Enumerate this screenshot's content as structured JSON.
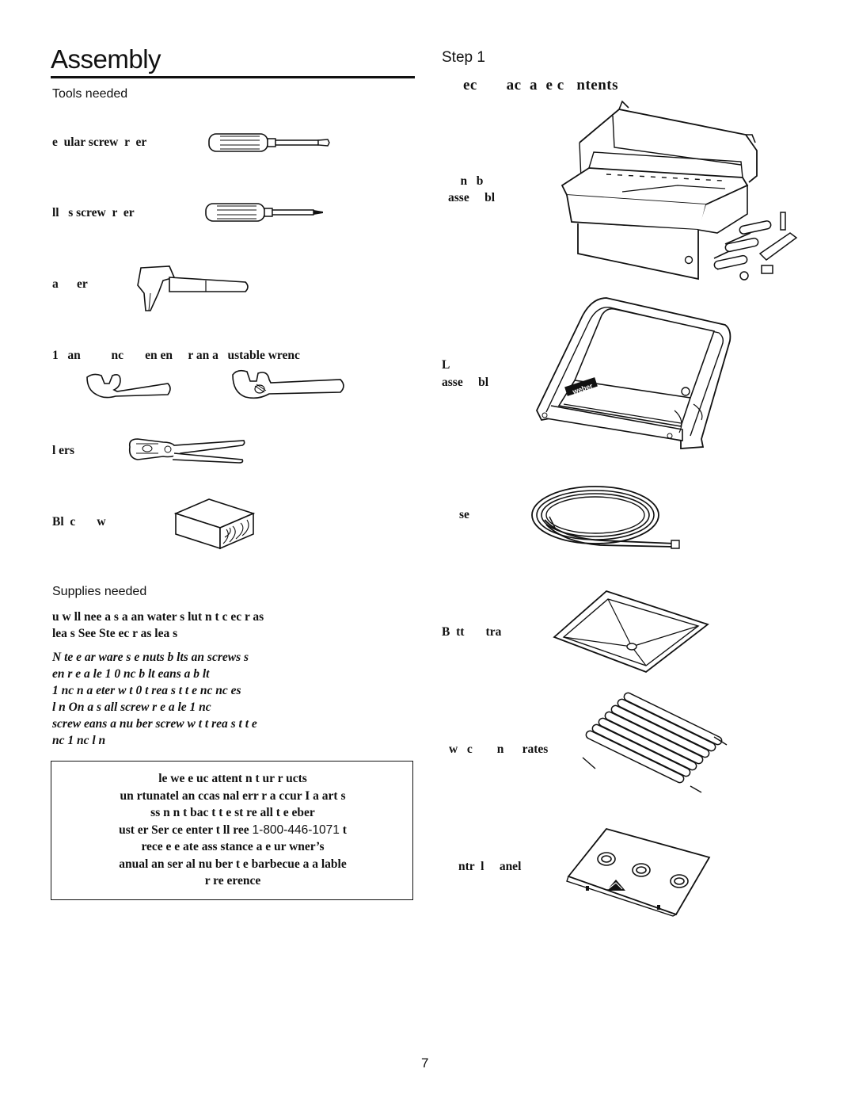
{
  "heading": {
    "title": "Assembly",
    "tools_needed": "Tools needed",
    "supplies_needed": "Supplies needed"
  },
  "tools": [
    {
      "label": "e  ular screw  r  er"
    },
    {
      "label": "ll   s screw  r  er"
    },
    {
      "label": "a      er"
    },
    {
      "label": "1   an          nc       en en     r an a   ustable wrenc"
    },
    {
      "label": "l ers"
    },
    {
      "label": "Bl  c       w"
    }
  ],
  "supplies_text": "  u w ll nee   a s a   an   water s lut  n t   c ec       r  as\nlea  s   See Ste        ec      r  as lea  s",
  "note_text": "N  te       e  ar  ware s  e     nuts  b lts an   screws  s\n   en      r e  a     le  1       0        nc   b lt      eans a b lt\n1     nc     n     a  eter w t      0 t  rea  s  t    t  e  nc        nc es\nl  n     On a s   all screw    r e  a     le               1      nc\nscrew      eans a nu   ber     screw w t        t  rea  s  t    t  e\n nc     1     nc  l  n",
  "notice": {
    "line1": "    le we        e   uc     attent   n t      ur    r    ucts",
    "line2": " un  rtunatel   an   ccas  nal err  r     a     ccur  I    a   art   s",
    "line3": "  ss n           n  t        bac   t   t e st  re       all t  e     eber",
    "line4_a": "  ust       er Ser    ce       enter t  ll   ree ",
    "phone": "1-800-446-1071",
    "line4_b": "  t",
    "line5": "  rece   e          e   ate ass  stance       a   e     ur     wner’s",
    "line6": "  anual an    ser  al nu    ber     t  e barbecue  a  a  lable",
    "line7": "    r re  erence"
  },
  "step": {
    "title": "Step 1",
    "subtitle": "ec       ac  a  e c   ntents",
    "parts": [
      {
        "label_l1": "    n   b",
        "label_l2": "asse     bl"
      },
      {
        "label_l1": "L",
        "label_l2": "asse     bl"
      },
      {
        "label_l1": "se",
        "label_l2": ""
      },
      {
        "label_l1": "B  tt       tra",
        "label_l2": ""
      },
      {
        "label_l1": "w   c        n      rates",
        "label_l2": ""
      },
      {
        "label_l1": "ntr  l     anel",
        "label_l2": ""
      }
    ]
  },
  "page_number": "7",
  "logo": "weber"
}
